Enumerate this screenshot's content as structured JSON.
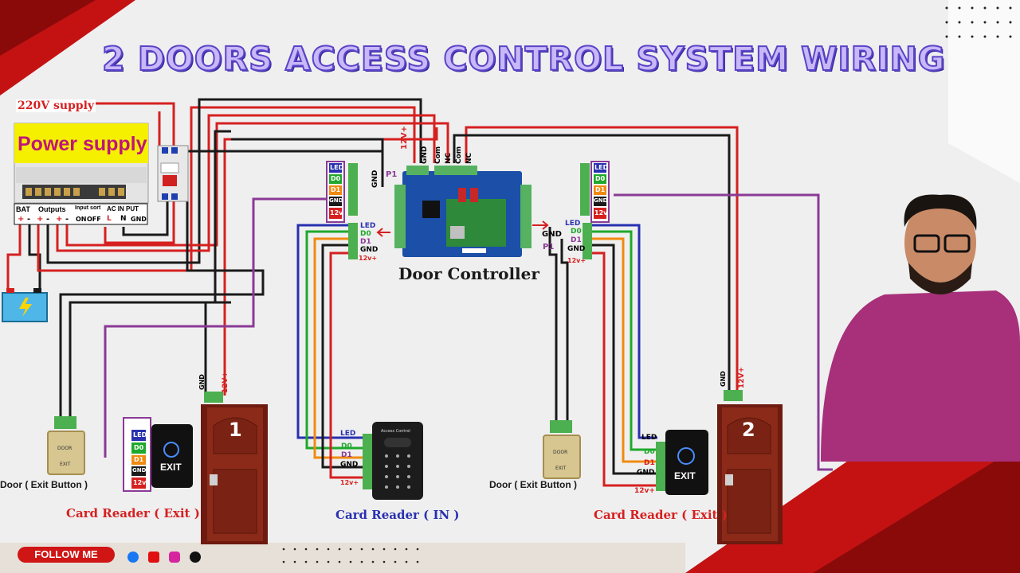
{
  "title": "2 DOORS ACCESS CONTROL SYSTEM WIRING",
  "supply_220v": "220V supply",
  "power_supply": {
    "title": "Power supply",
    "bat": "BAT",
    "outputs": "Outputs",
    "input_sort": "Input sort",
    "ac_input": "AC IN PUT",
    "on": "ON",
    "off": "OFF",
    "l": "L",
    "n": "N",
    "gnd": "GND",
    "plus": "+",
    "minus": "-"
  },
  "controller": {
    "title": "Door Controller",
    "top_pins": [
      "12V+",
      "GND",
      "Com",
      "NC",
      "Com",
      "NC"
    ],
    "p1": "P1",
    "gnd": "GND"
  },
  "reader_pins": [
    "LED",
    "D0",
    "D1",
    "GND",
    "12v+"
  ],
  "reader_pins_upper": [
    "LED",
    "D0",
    "D1",
    "GND",
    "12v"
  ],
  "card_reader_label": "Access Control",
  "exit_label": "EXIT",
  "door_plate": "DOOR",
  "door_plate_sub": "EXIT",
  "lock_gnd": "GND",
  "lock_12v": "12V+",
  "door1_number": "1",
  "door2_number": "2",
  "labels": {
    "exit_button_left": "Door ( Exit Button )",
    "exit_button_right": "Door ( Exit Button )",
    "card_reader_exit_left": "Card Reader ( Exit )",
    "card_reader_in": "Card Reader ( IN )",
    "card_reader_exit_right": "Card Reader ( Exit )"
  },
  "follow_me": "FOLLOW ME",
  "colors": {
    "wire_red": "#d62020",
    "wire_black": "#1a1a1a",
    "wire_purple": "#8a3a96",
    "wire_blue": "#2830b0",
    "wire_green": "#1fa82c",
    "wire_orange": "#f08a10",
    "door_brown": "#6e1a10",
    "accent_red": "#d01515",
    "title_fill": "#c8b8f8"
  }
}
